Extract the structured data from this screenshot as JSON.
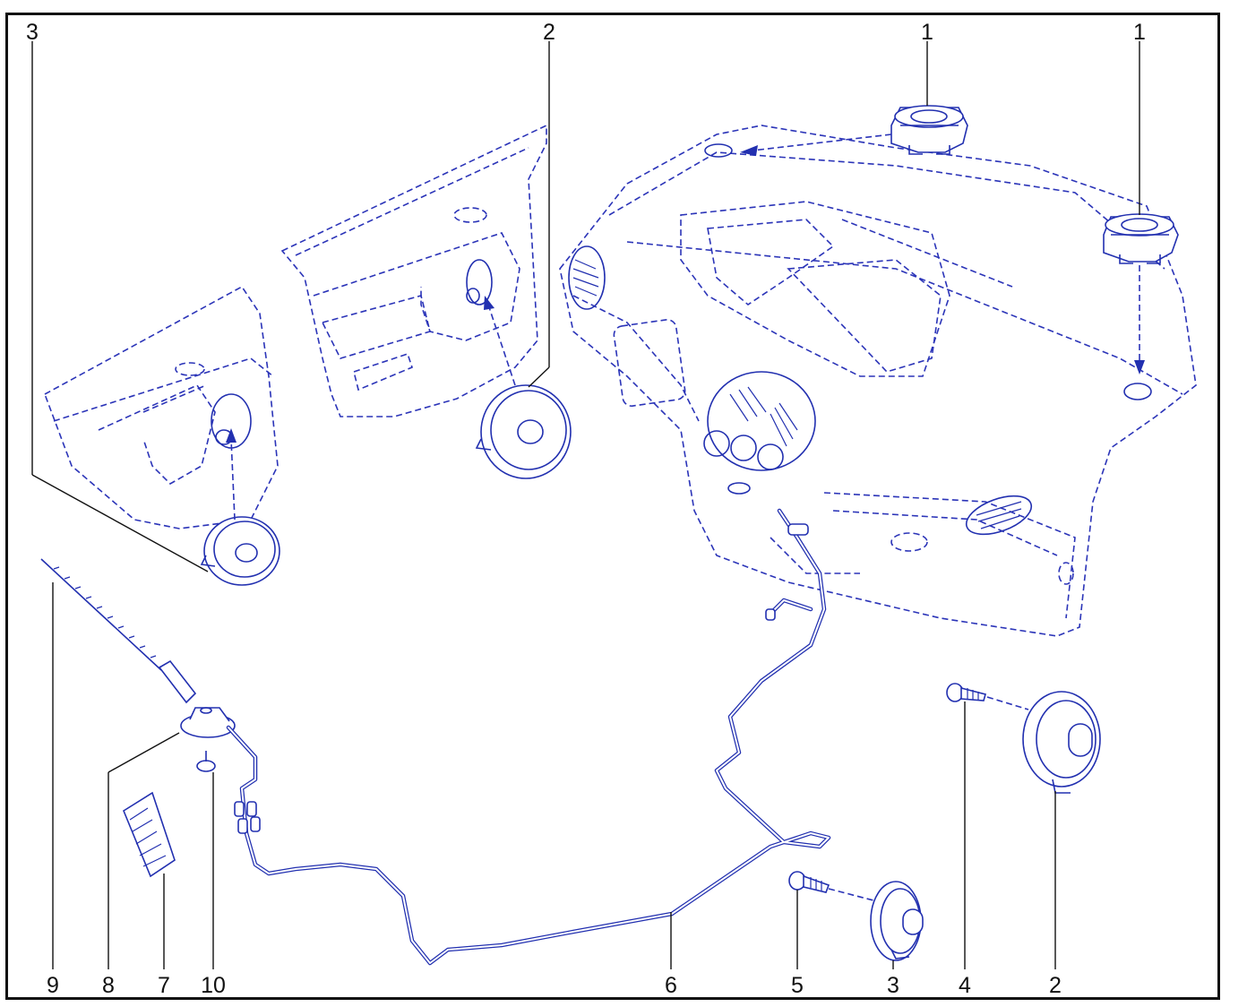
{
  "labels": {
    "top_left_3": "3",
    "top_2": "2",
    "top_1a": "1",
    "top_1b": "1",
    "bottom_9": "9",
    "bottom_8": "8",
    "bottom_7": "7",
    "bottom_10": "10",
    "bottom_6": "6",
    "bottom_5": "5",
    "bottom_3": "3",
    "bottom_4": "4",
    "bottom_2": "2"
  },
  "colors": {
    "line_art": "#2230b0",
    "frame": "#111111",
    "background": "#ffffff"
  }
}
